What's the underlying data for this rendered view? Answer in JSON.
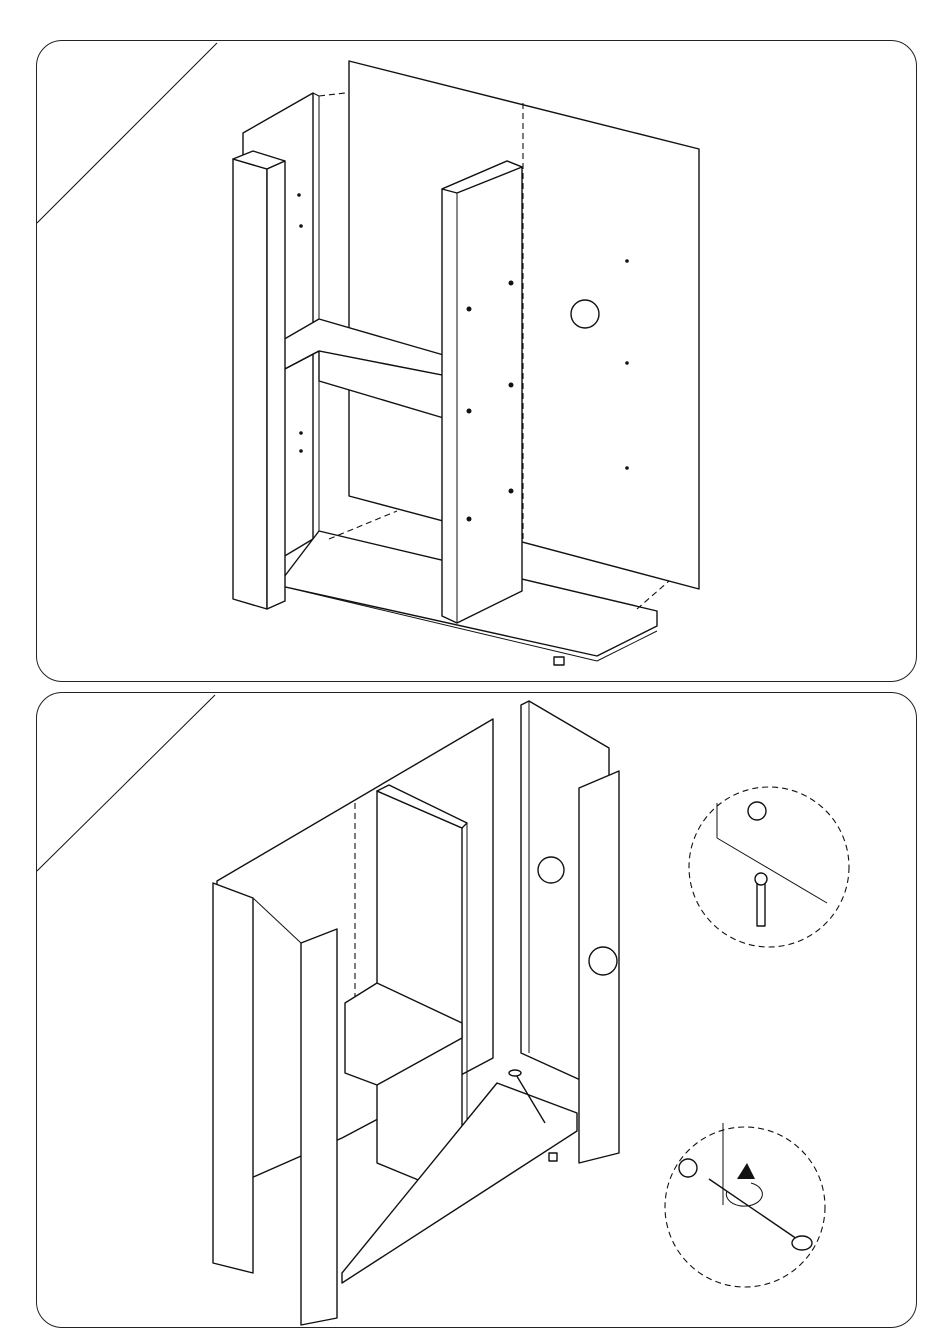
{
  "steps": [
    {
      "id": "step-1",
      "parts": [
        "back-panel",
        "left-side-panel",
        "center-divider",
        "fixed-shelf",
        "bottom-panel",
        "cam-lock-marker"
      ]
    },
    {
      "id": "step-2",
      "parts": [
        "back-panel",
        "left-side-panel",
        "right-side-panel",
        "center-divider",
        "fixed-shelf",
        "bottom-panel",
        "cam-bolt-detail",
        "screwdriver-detail"
      ],
      "details": [
        {
          "id": "detail-cam-bolt",
          "icon": "cam-bolt-icon"
        },
        {
          "id": "detail-screwdriver",
          "icon": "screwdriver-icon",
          "action": "rotate-clockwise"
        }
      ]
    }
  ],
  "colors": {
    "line": "#111111",
    "background": "#ffffff"
  }
}
